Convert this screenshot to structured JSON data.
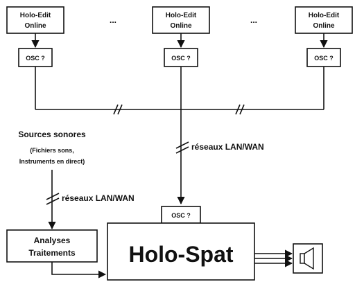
{
  "nodes": {
    "holo_edit_left": {
      "line1": "Holo-Edit",
      "line2": "Online"
    },
    "holo_edit_center": {
      "line1": "Holo-Edit",
      "line2": "Online"
    },
    "holo_edit_right": {
      "line1": "Holo-Edit",
      "line2": "Online"
    },
    "osc_left": {
      "label": "OSC ?"
    },
    "osc_center": {
      "label": "OSC ?"
    },
    "osc_right": {
      "label": "OSC ?"
    },
    "osc_bottom": {
      "label": "OSC ?"
    },
    "analyses": {
      "line1": "Analyses",
      "line2": "Traitements"
    },
    "holo_spat": {
      "label": "Holo-Spat"
    }
  },
  "ellipsis_left": "...",
  "ellipsis_right": "...",
  "sources": {
    "title": "Sources sonores",
    "line1": "(Fichiers sons,",
    "line2": "Instruments en direct)"
  },
  "network_label_center": "réseaux LAN/WAN",
  "network_label_left": "réseaux LAN/WAN",
  "speaker_icon": "speaker-icon"
}
